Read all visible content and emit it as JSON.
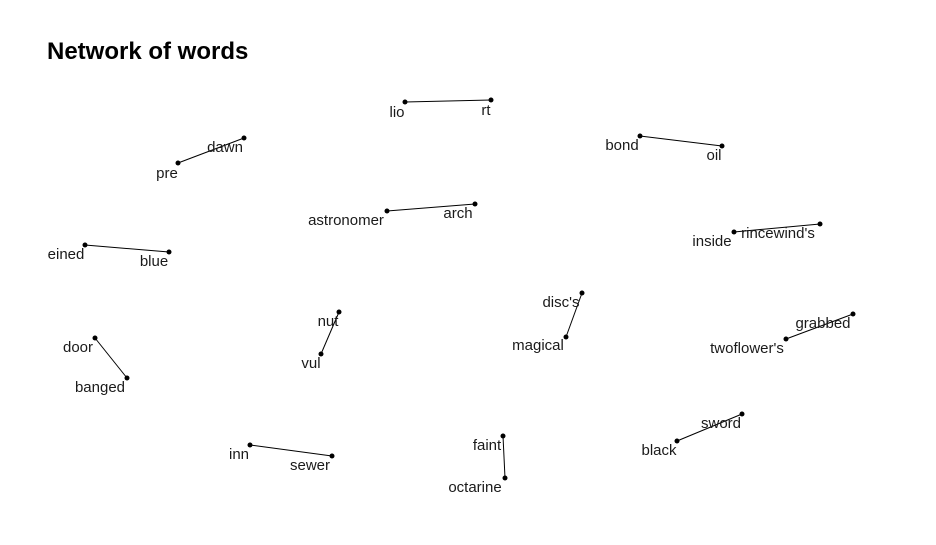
{
  "chart_data": {
    "type": "network",
    "title": "Network of words",
    "nodes": [
      {
        "id": "lio"
      },
      {
        "id": "rt"
      },
      {
        "id": "dawn"
      },
      {
        "id": "pre"
      },
      {
        "id": "bond"
      },
      {
        "id": "oil"
      },
      {
        "id": "astronomer"
      },
      {
        "id": "arch"
      },
      {
        "id": "inside"
      },
      {
        "id": "rincewind's"
      },
      {
        "id": "eined"
      },
      {
        "id": "blue"
      },
      {
        "id": "disc's"
      },
      {
        "id": "magical"
      },
      {
        "id": "nut"
      },
      {
        "id": "vul"
      },
      {
        "id": "grabbed"
      },
      {
        "id": "twoflower's"
      },
      {
        "id": "door"
      },
      {
        "id": "banged"
      },
      {
        "id": "sword"
      },
      {
        "id": "black"
      },
      {
        "id": "faint"
      },
      {
        "id": "octarine"
      },
      {
        "id": "inn"
      },
      {
        "id": "sewer"
      }
    ],
    "edges": [
      [
        "lio",
        "rt"
      ],
      [
        "pre",
        "dawn"
      ],
      [
        "bond",
        "oil"
      ],
      [
        "astronomer",
        "arch"
      ],
      [
        "inside",
        "rincewind's"
      ],
      [
        "eined",
        "blue"
      ],
      [
        "disc's",
        "magical"
      ],
      [
        "nut",
        "vul"
      ],
      [
        "twoflower's",
        "grabbed"
      ],
      [
        "door",
        "banged"
      ],
      [
        "black",
        "sword"
      ],
      [
        "faint",
        "octarine"
      ],
      [
        "inn",
        "sewer"
      ]
    ]
  }
}
